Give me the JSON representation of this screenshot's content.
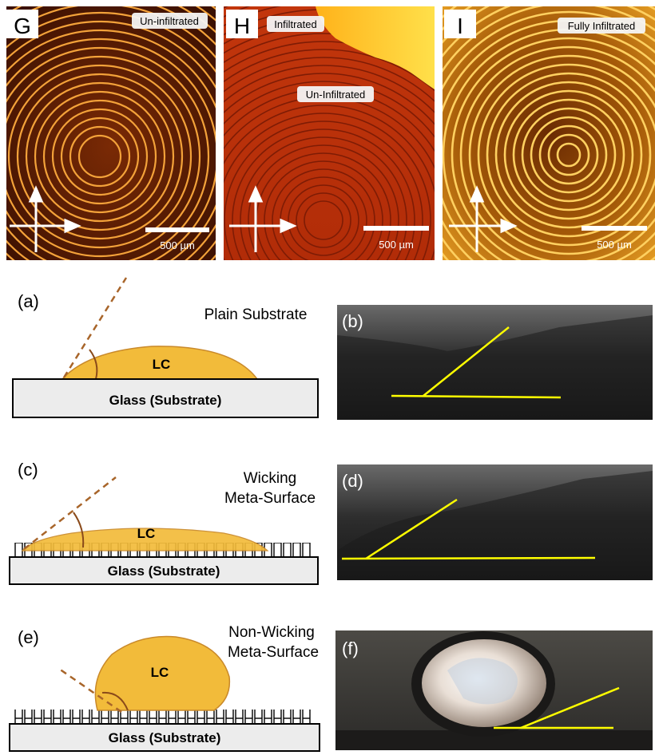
{
  "top_panels": [
    {
      "letter": "G",
      "tag": "Un-infiltrated",
      "scale": "500 µm"
    },
    {
      "letter": "H",
      "tag": "Infiltrated",
      "tag2": "Un-Infiltrated",
      "scale": "500 µm"
    },
    {
      "letter": "I",
      "tag": "Fully Infiltrated",
      "scale": "500 µm"
    }
  ],
  "rows": [
    {
      "left_label": "(a)",
      "right_label": "(b)",
      "caption_lines": [
        "Plain Substrate"
      ],
      "drop_label": "LC",
      "substrate_label": "Glass (Substrate)"
    },
    {
      "left_label": "(c)",
      "right_label": "(d)",
      "caption_lines": [
        "Wicking",
        "Meta-Surface"
      ],
      "drop_label": "LC",
      "substrate_label": "Glass (Substrate)"
    },
    {
      "left_label": "(e)",
      "right_label": "(f)",
      "caption_lines": [
        "Non-Wicking",
        "Meta-Surface"
      ],
      "drop_label": "LC",
      "substrate_label": "Glass (Substrate)"
    }
  ],
  "colors": {
    "lc": "#f2bb3a",
    "lc_edge": "#c9892a",
    "dash": "#a8652a",
    "fit_line": "#ffff00",
    "substrate": "#ececec"
  }
}
